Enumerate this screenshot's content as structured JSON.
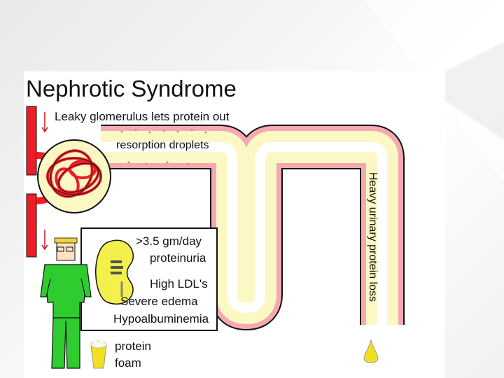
{
  "title": "Nephrotic Syndrome",
  "labels": {
    "leaky": "Leaky glomerulus lets protein out",
    "resorption": "resorption droplets",
    "heavy_loss": "Heavy urinary protein loss",
    "protein_foam_1": "protein",
    "protein_foam_2": "foam"
  },
  "symptoms": [
    ">3.5 gm/day",
    "proteinuria",
    "High LDL's",
    "Severe edema",
    "Hypoalbuminemia"
  ],
  "colors": {
    "vessel": "#ee1c24",
    "tubule_pink": "#f4a9b2",
    "tubule_fill": "#fcf8c4",
    "person_green": "#2fcc2f",
    "kidney_yellow": "#f3f04b",
    "urine": "#f1e020",
    "outline": "#111111"
  }
}
